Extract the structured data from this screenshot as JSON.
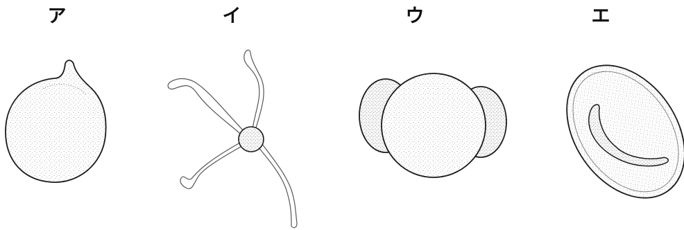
{
  "labels": {
    "a": "ア",
    "i": "イ",
    "u": "ウ",
    "e": "エ"
  }
}
